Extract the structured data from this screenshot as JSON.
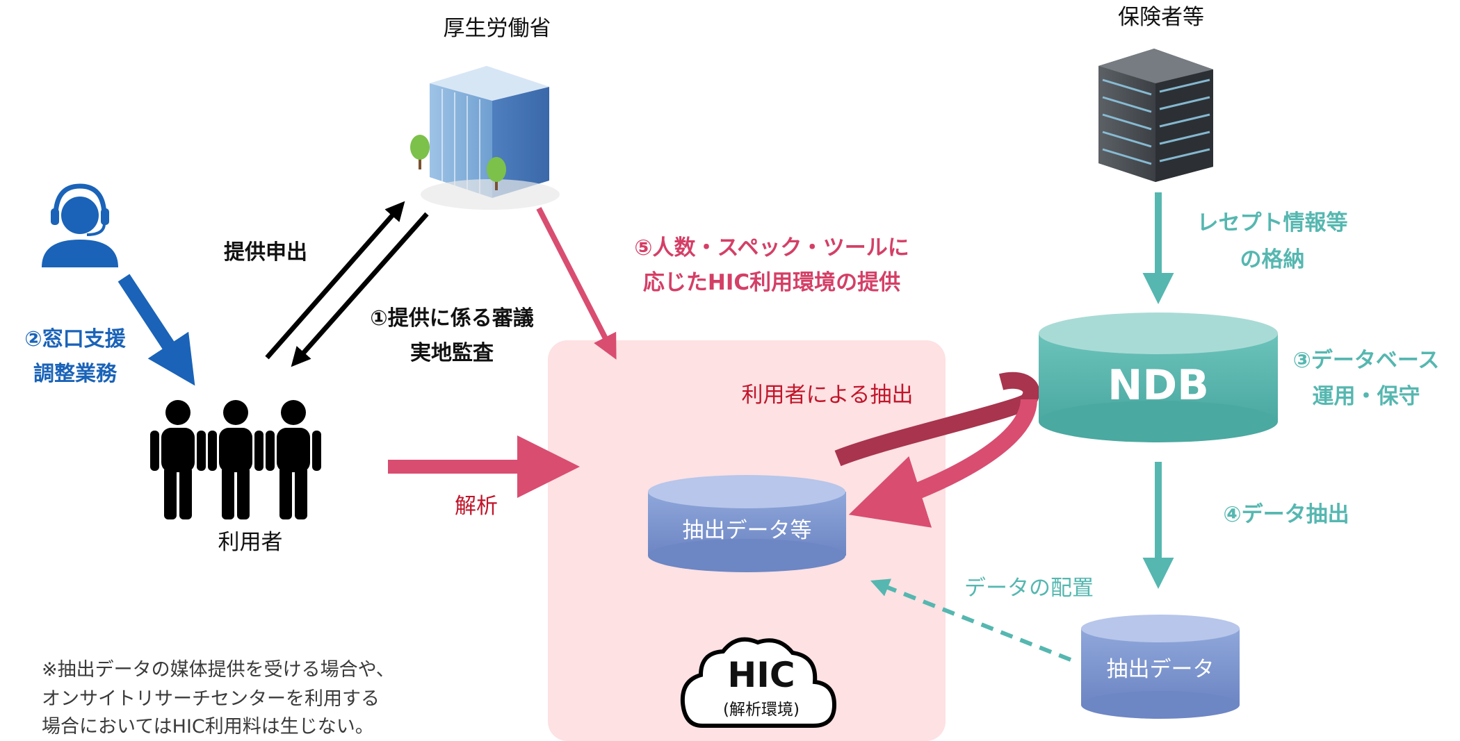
{
  "labels": {
    "mhlw": "厚生労働省",
    "insurers": "保険者等",
    "users": "利用者",
    "consult_1": "②窓口支援",
    "consult_2": "調整業務",
    "application": "提供申出",
    "review_1": "①提供に係る審議",
    "review_2": "実地監査",
    "provide_1": "⑤人数・スペック・ツールに",
    "provide_2": "応じたHIC利用環境の提供",
    "receipt_1": "レセプト情報等",
    "receipt_2": "の格納",
    "ndb": "NDB",
    "ops_1": "③データベース",
    "ops_2": "運用・保守",
    "user_extract": "利用者による抽出",
    "analysis": "解析",
    "extracted_etc": "抽出データ等",
    "data_extract": "④データ抽出",
    "placement": "データの配置",
    "extracted": "抽出データ",
    "hic": "HIC",
    "hic_sub": "(解析環境)",
    "note_1": "※抽出データの媒体提供を受ける場合や、",
    "note_2": "オンサイトリサーチセンターを利用する",
    "note_3": "場合においてはHIC利用料は生じない。"
  },
  "colors": {
    "blue": "#1a63b8",
    "pink": "#d94d71",
    "red": "#c0152a",
    "teal": "#55b7b0",
    "hic_bg": "#fde1e3",
    "cylinder_blue": "#7f97cf"
  }
}
